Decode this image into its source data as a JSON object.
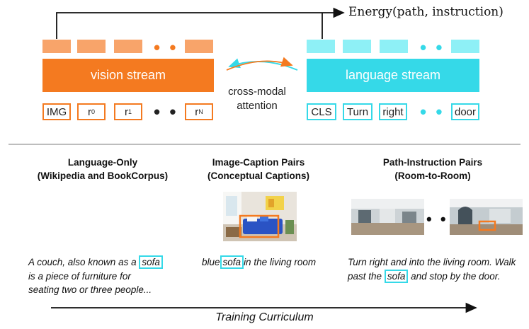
{
  "energy_label": "Energy(path, instruction)",
  "vision_stream": {
    "label": "vision stream",
    "tokens": [
      "IMG",
      "r",
      "r",
      "rN"
    ],
    "sup": [
      "0",
      "1",
      "N"
    ],
    "dots": "• • •"
  },
  "language_stream": {
    "label": "language stream",
    "tokens": [
      "CLS",
      "Turn",
      "right",
      "door"
    ],
    "dots": "• • •"
  },
  "cross_modal": {
    "line1": "cross-modal",
    "line2": "attention"
  },
  "columns": [
    {
      "title1": "Language-Only",
      "title2": "(Wikipedia and BookCorpus)",
      "text_pre": "A couch, also known as a",
      "highlight": "sofa",
      "text_line2": "is a piece of furniture for",
      "text_line3": "seating two or three people..."
    },
    {
      "title1": "Image-Caption Pairs",
      "title2": "(Conceptual Captions)",
      "text_pre": "blue",
      "highlight": "sofa",
      "text_post": "in the living room"
    },
    {
      "title1": "Path-Instruction Pairs",
      "title2": "(Room-to-Room)",
      "text_line1": "Turn right and into the living room. Walk",
      "text_pre": "past the",
      "highlight": "sofa",
      "text_post": "and stop by the door.",
      "dots": "• • •"
    }
  ],
  "curriculum_label": "Training Curriculum",
  "colors": {
    "orange": "#f47a20",
    "orange_light": "#f8a46a",
    "cyan": "#35d9e8",
    "cyan_light": "#8ef0f6"
  }
}
